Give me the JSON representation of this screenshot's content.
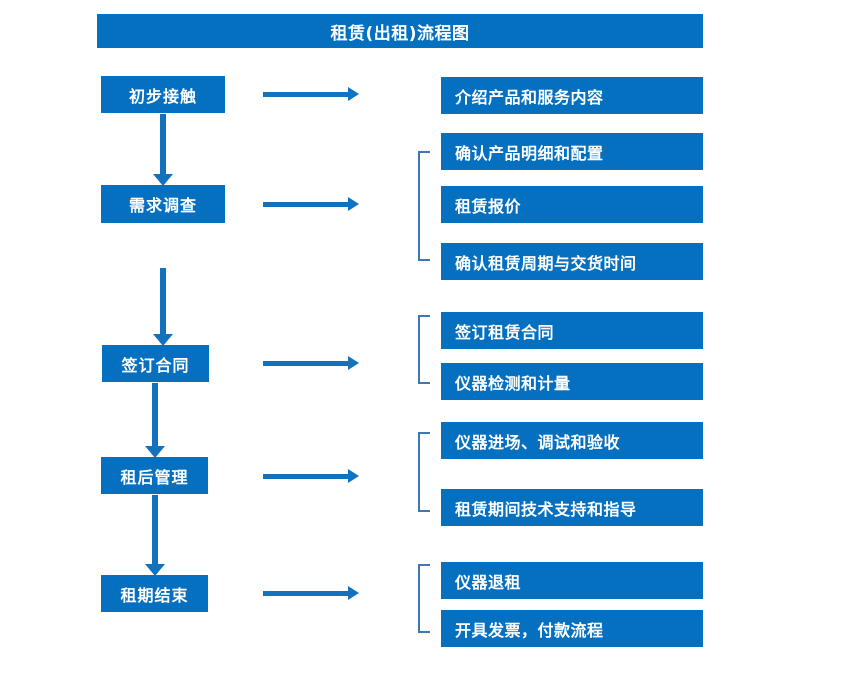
{
  "diagram": {
    "title": "租赁(出租)流程图",
    "accent_color": "#0570c0",
    "arrow_color": "#1272bd",
    "bracket_color": "#3f76b5",
    "text_color": "#ffffff",
    "background_color": "#ffffff"
  },
  "stages": [
    {
      "label": "初步接触"
    },
    {
      "label": "需求调查"
    },
    {
      "label": "签订合同"
    },
    {
      "label": "租后管理"
    },
    {
      "label": "租期结束"
    }
  ],
  "details": [
    {
      "label": "介绍产品和服务内容"
    },
    {
      "label": "确认产品明细和配置"
    },
    {
      "label": "租赁报价"
    },
    {
      "label": "确认租赁周期与交货时间"
    },
    {
      "label": "签订租赁合同"
    },
    {
      "label": "仪器检测和计量"
    },
    {
      "label": "仪器进场、调试和验收"
    },
    {
      "label": "租赁期间技术支持和指导"
    },
    {
      "label": "仪器退租"
    },
    {
      "label": "开具发票，付款流程"
    }
  ],
  "groups": [
    {
      "stage": "初步接触",
      "details": [
        "介绍产品和服务内容"
      ],
      "bracketed": false
    },
    {
      "stage": "需求调查",
      "details": [
        "确认产品明细和配置",
        "租赁报价",
        "确认租赁周期与交货时间"
      ],
      "bracketed": true
    },
    {
      "stage": "签订合同",
      "details": [
        "签订租赁合同",
        "仪器检测和计量"
      ],
      "bracketed": true
    },
    {
      "stage": "租后管理",
      "details": [
        "仪器进场、调试和验收",
        "租赁期间技术支持和指导"
      ],
      "bracketed": true
    },
    {
      "stage": "租期结束",
      "details": [
        "仪器退租",
        "开具发票，付款流程"
      ],
      "bracketed": true
    }
  ]
}
